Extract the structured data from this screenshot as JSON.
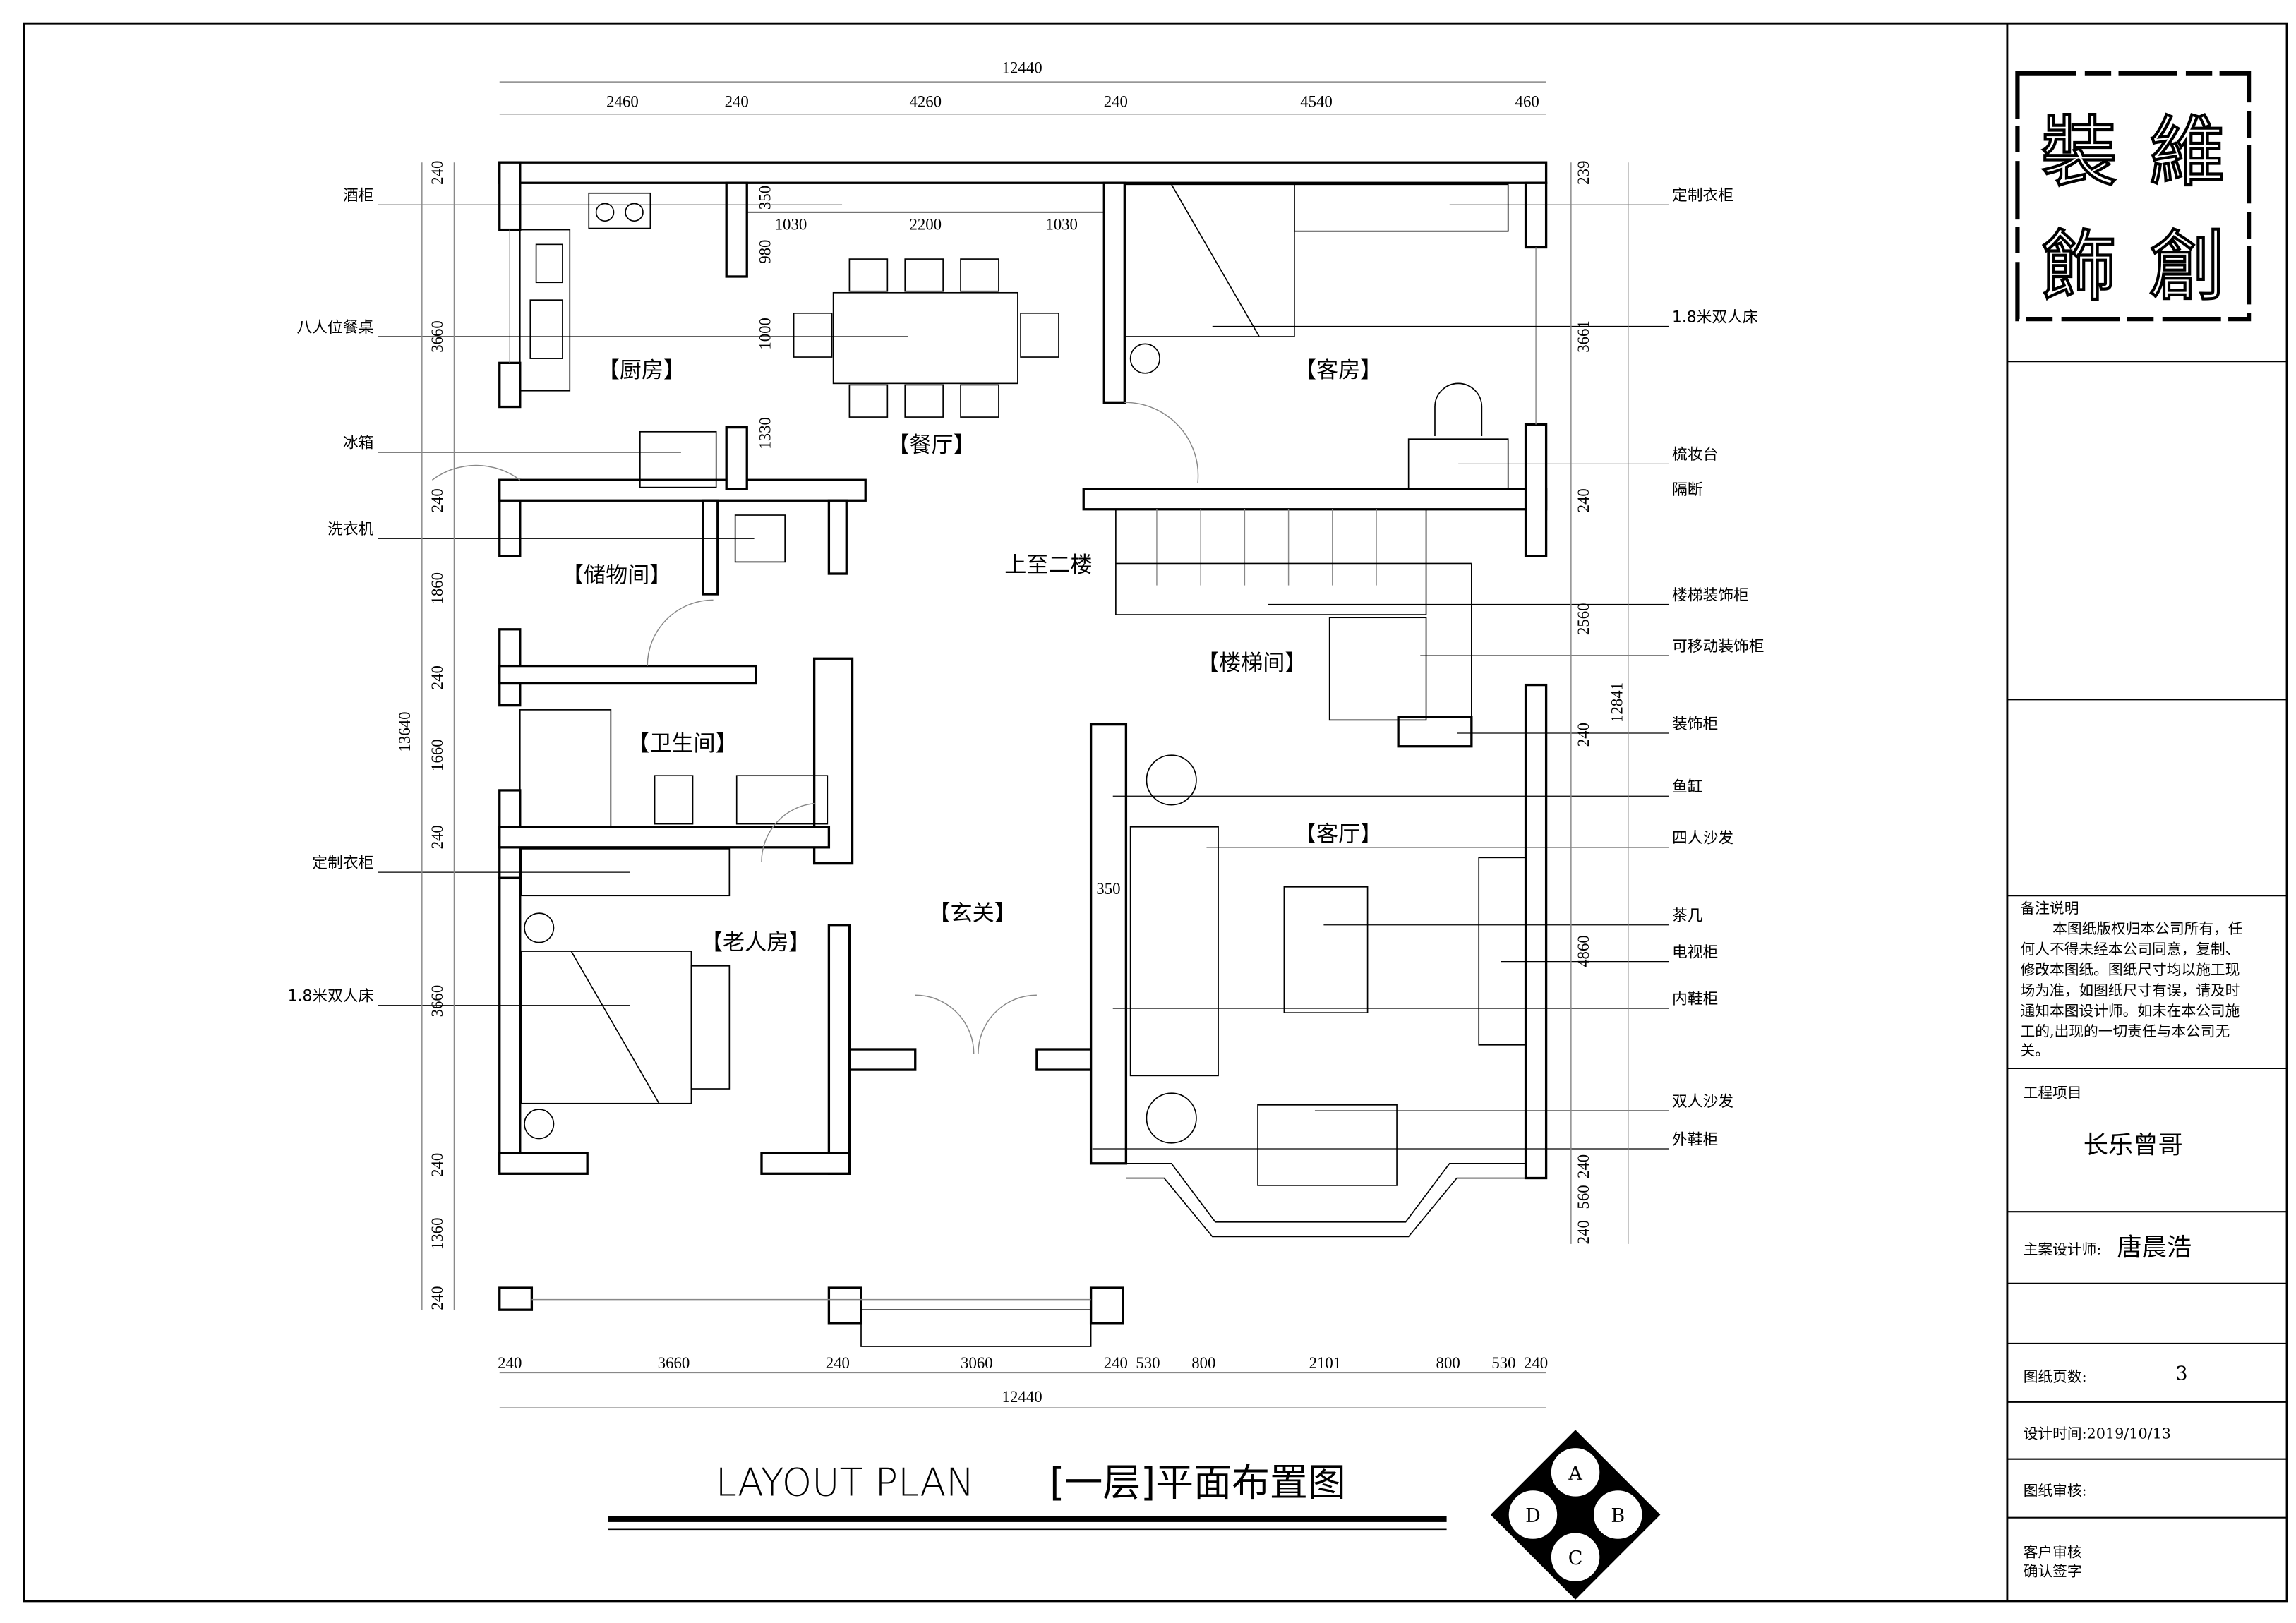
{
  "drawing": {
    "title_en": "LAYOUT PLAN",
    "title_cn": "[一层]平面布置图",
    "compass": [
      "A",
      "B",
      "C",
      "D"
    ]
  },
  "rooms": {
    "kitchen": "【厨房】",
    "dining": "【餐厅】",
    "guest_room": "【客房】",
    "storage": "【储物间】",
    "upstairs": "上至二楼",
    "stairwell": "【楼梯间】",
    "bathroom": "【卫生间】",
    "living": "【客厅】",
    "entrance": "【玄关】",
    "elder_room": "【老人房】"
  },
  "callouts_left": [
    "酒柜",
    "八人位餐桌",
    "冰箱",
    "洗衣机",
    "定制衣柜",
    "1.8米双人床"
  ],
  "callouts_right": [
    "定制衣柜",
    "1.8米双人床",
    "梳妆台",
    "隔断",
    "楼梯装饰柜",
    "可移动装饰柜",
    "装饰柜",
    "鱼缸",
    "四人沙发",
    "茶几",
    "电视柜",
    "内鞋柜",
    "双人沙发",
    "外鞋柜"
  ],
  "dims": {
    "top_total": "12440",
    "top": [
      "2460",
      "240",
      "4260",
      "240",
      "4540",
      "460"
    ],
    "dining": [
      "350",
      "1030",
      "2200",
      "1030",
      "980",
      "1000",
      "1330"
    ],
    "living_350": "350",
    "left_total": "13640",
    "left": [
      "240",
      "3660",
      "240",
      "1860",
      "240",
      "1660",
      "240",
      "3660",
      "240",
      "1360",
      "240"
    ],
    "right_total": "12841",
    "right": [
      "239",
      "3661",
      "240",
      "2560",
      "240",
      "4860",
      "240",
      "560",
      "240"
    ],
    "bottom": [
      "240",
      "3660",
      "240",
      "3060",
      "240",
      "530",
      "800",
      "2101",
      "800",
      "530",
      "240"
    ],
    "bottom_total": "12440"
  },
  "title_block": {
    "logo_text": "維創裝飾",
    "notes_title": "备注说明",
    "notes_lines": [
      "本图纸版权归本公司所有，任",
      "何人不得未经本公司同意，复制、",
      "修改本图纸。图纸尺寸均以施工现",
      "场为准，如图纸尺寸有误，请及时",
      "通知本图设计师。如未在本公司施",
      "工的,出现的一切责任与本公司无",
      "关。"
    ],
    "project_label": "工程项目",
    "project_name": "长乐曾哥",
    "designer_label": "主案设计师:",
    "designer_name": "唐晨浩",
    "pages_label": "图纸页数:",
    "pages_value": "3",
    "date_label": "设计时间:2019/10/13",
    "review_label": "图纸审核:",
    "client_label_1": "客户审核",
    "client_label_2": "确认签字"
  }
}
